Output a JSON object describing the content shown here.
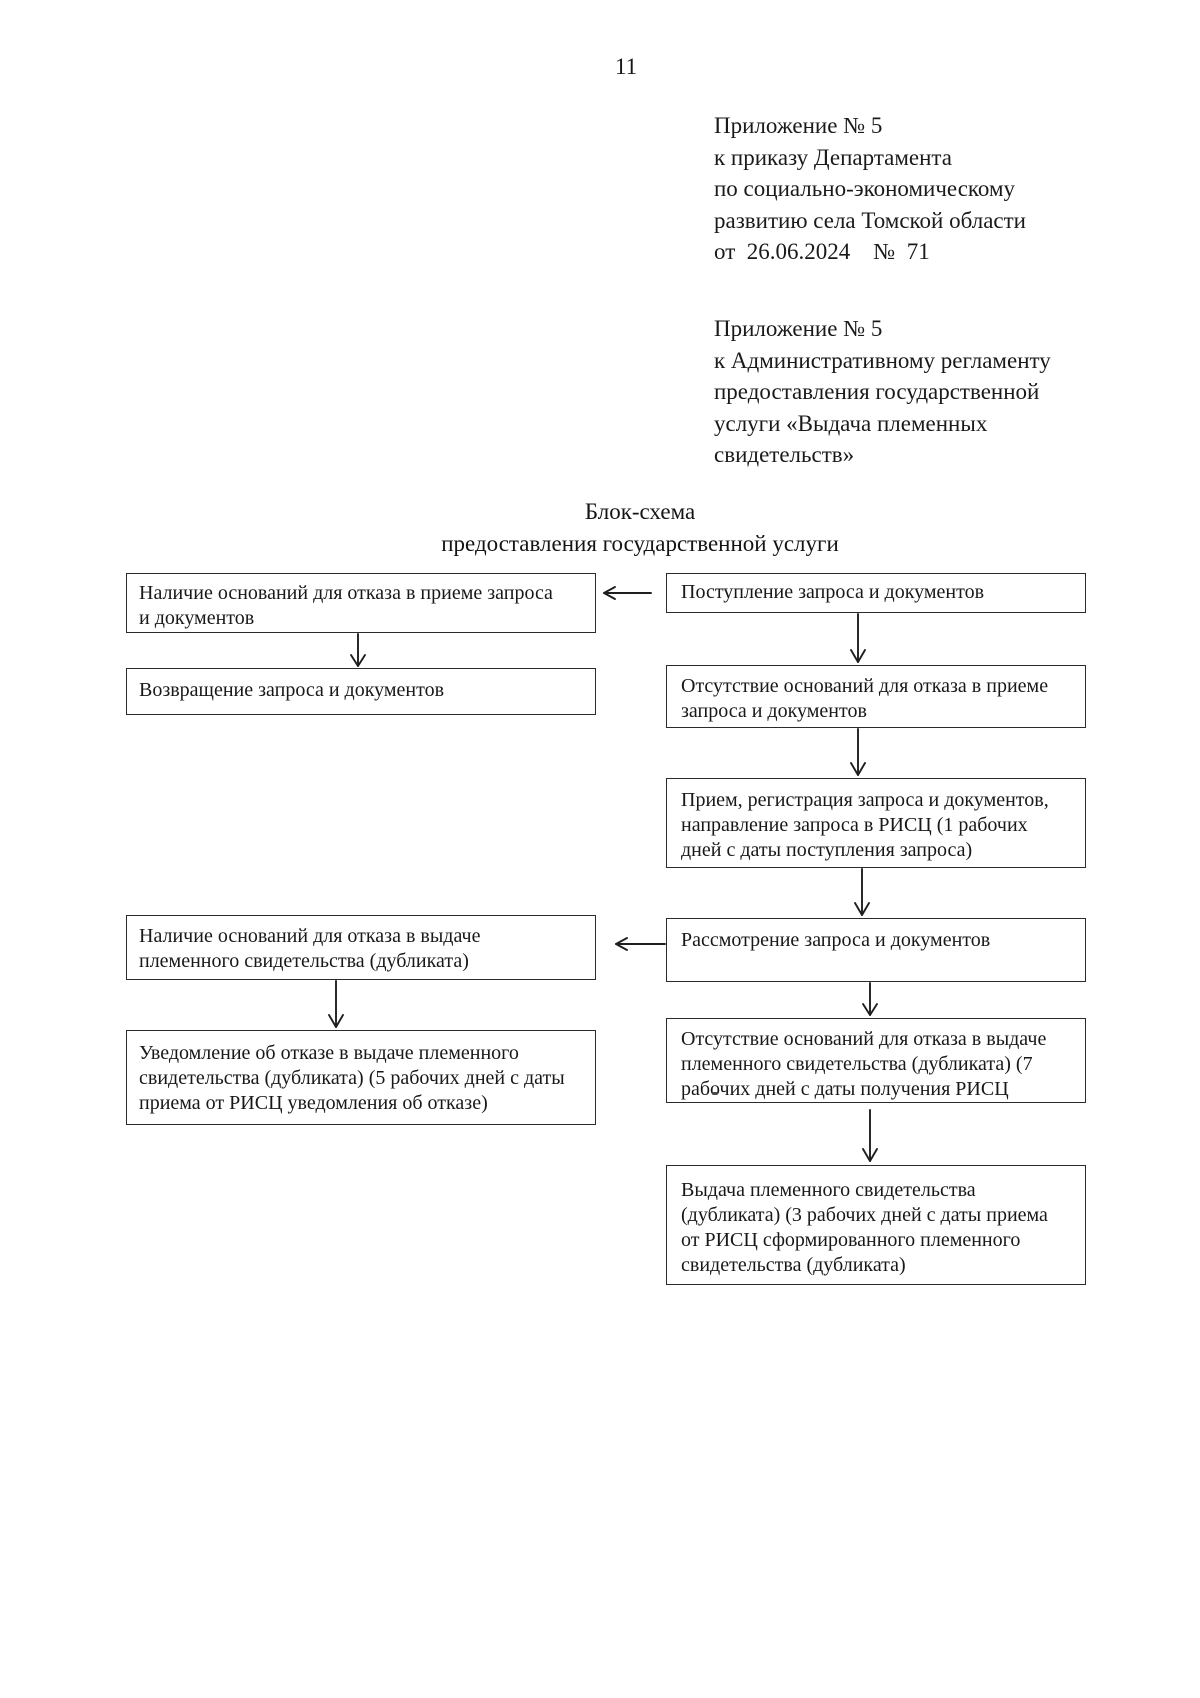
{
  "page": {
    "number": "11"
  },
  "header": {
    "order_block": {
      "lines": [
        "Приложение № 5",
        "к приказу Департамента",
        "по социально-экономическому",
        "развитию села Томской области",
        "от  26.06.2024    №  71"
      ]
    },
    "regulation_block": {
      "lines": [
        "Приложение № 5",
        "к Административному регламенту",
        "предоставления государственной",
        "услуги «Выдача племенных",
        "свидетельств»"
      ]
    }
  },
  "title": {
    "line1": "Блок-схема",
    "line2": "предоставления государственной услуги"
  },
  "flowchart": {
    "nodes": {
      "l1": {
        "id": "refusal-grounds-reception",
        "text": "Наличие оснований для отказа в приеме запроса\nи документов"
      },
      "l2": {
        "id": "return-of-request",
        "text": "Возвращение запроса и документов"
      },
      "l3": {
        "id": "refusal-grounds-issue",
        "text": "Наличие оснований для отказа в выдаче\nплеменного свидетельства (дубликата)"
      },
      "l4": {
        "id": "refusal-notice",
        "text": "Уведомление об отказе в выдаче племенного\nсвидетельства (дубликата) (5 рабочих дней с даты\nприема от РИСЦ уведомления об отказе)"
      },
      "r1": {
        "id": "request-received",
        "text": "Поступление запроса и документов"
      },
      "r2": {
        "id": "no-refusal-grounds-reception",
        "text": "Отсутствие оснований для отказа в приеме\nзапроса и документов"
      },
      "r3": {
        "id": "registration-of-request",
        "text": "Прием, регистрация запроса и документов,\nнаправление запроса в РИСЦ (1 рабочих\nдней с даты поступления запроса)"
      },
      "r4": {
        "id": "review-of-request",
        "text": "Рассмотрение запроса и документов"
      },
      "r5": {
        "id": "no-refusal-grounds-issue",
        "text": "Отсутствие оснований для отказа в выдаче\nплеменного свидетельства (дубликата) (7\nрабочих дней с даты получения РИСЦ"
      },
      "r6": {
        "id": "issue-certificate",
        "text": "Выдача племенного свидетельства\n(дубликата) (3 рабочих дней с даты приема\nот РИСЦ сформированного племенного\nсвидетельства (дубликата)"
      }
    },
    "edges": [
      {
        "from": "request-received",
        "to": "refusal-grounds-reception",
        "direction": "left"
      },
      {
        "from": "refusal-grounds-reception",
        "to": "return-of-request",
        "direction": "down"
      },
      {
        "from": "request-received",
        "to": "no-refusal-grounds-reception",
        "direction": "down"
      },
      {
        "from": "no-refusal-grounds-reception",
        "to": "registration-of-request",
        "direction": "down"
      },
      {
        "from": "registration-of-request",
        "to": "review-of-request",
        "direction": "down"
      },
      {
        "from": "review-of-request",
        "to": "refusal-grounds-issue",
        "direction": "left"
      },
      {
        "from": "refusal-grounds-issue",
        "to": "refusal-notice",
        "direction": "down"
      },
      {
        "from": "review-of-request",
        "to": "no-refusal-grounds-issue",
        "direction": "down"
      },
      {
        "from": "no-refusal-grounds-issue",
        "to": "issue-certificate",
        "direction": "down"
      }
    ]
  },
  "colors": {
    "background": "#ffffff",
    "text": "#161616",
    "box_border": "#2b2b2b",
    "arrow": "#1f1f1f"
  }
}
